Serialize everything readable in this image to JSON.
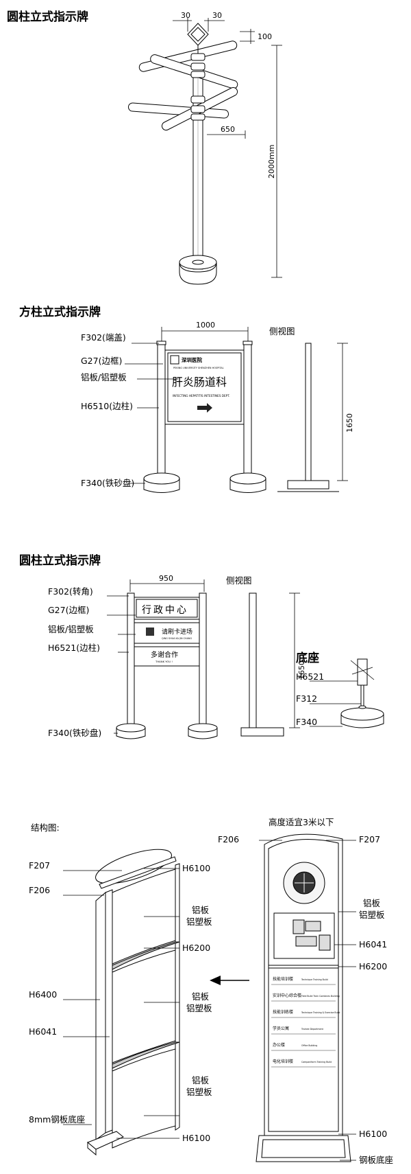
{
  "section1": {
    "title": "圆柱立式指示牌",
    "dims": {
      "top_left": "30",
      "top_right": "30",
      "arm_height": "100",
      "arm_length": "650",
      "total_height": "2000mm"
    }
  },
  "section2": {
    "title": "方柱立式指示牌",
    "labels": [
      "F302(端盖)",
      "G27(边框)",
      "铝板/铝塑板",
      "H6510(边柱)",
      "F340(铁砂盘)"
    ],
    "width": "1000",
    "height": "1650",
    "side_view": "侧视图",
    "sign": {
      "logo_text": "深圳医院",
      "logo_subtext": "PEKING UNIVERSITY SHENZHEN HOSPITAL",
      "main_text": "肝炎肠道科",
      "english_text": "INFECTING HEPATITIS INTESTINES DEPT."
    }
  },
  "section3": {
    "title": "圆柱立式指示牌",
    "labels": [
      "F302(转角)",
      "G27(边框)",
      "铝板/铝塑板",
      "H6521(边柱)",
      "F340(铁砂盘)"
    ],
    "width": "950",
    "height": "1650",
    "side_view": "侧视图",
    "panels": {
      "p1": "行政中心",
      "p2": "请刷卡进场",
      "p2_en": "QING SHUA KA JIN CHANG",
      "p3": "多谢合作",
      "p3_en": "THANK YOU !"
    },
    "base": {
      "title": "底座",
      "labels": [
        "H6521",
        "F312",
        "F340"
      ]
    }
  },
  "section4": {
    "structure_title": "结构图:",
    "height_note": "高度适宜3米以下",
    "left_labels": [
      "F207",
      "F206",
      "H6400",
      "H6041",
      "8mm钢板底座"
    ],
    "right_labels": [
      "H6100",
      "铝板",
      "铝塑板",
      "H6200",
      "铝板",
      "铝塑板",
      "铝板",
      "铝塑板",
      "H6100"
    ],
    "right_panel_labels": [
      "F206",
      "F207",
      "铝板",
      "铝塑板",
      "H6041",
      "H6200",
      "H6100",
      "钢板底座"
    ],
    "directory": [
      {
        "cn": "技能培训楼",
        "en": "Technique Training Build"
      },
      {
        "cn": "实训中心综合楼",
        "en": "Field Build Train Combines Building"
      },
      {
        "cn": "技能训练楼",
        "en": "Technique Training & Exercise Build"
      },
      {
        "cn": "学员公寓",
        "en": "Trainee Department"
      },
      {
        "cn": "办公楼",
        "en": "Office Building"
      },
      {
        "cn": "电化培训楼",
        "en": "Campaniform Training Build"
      }
    ]
  }
}
